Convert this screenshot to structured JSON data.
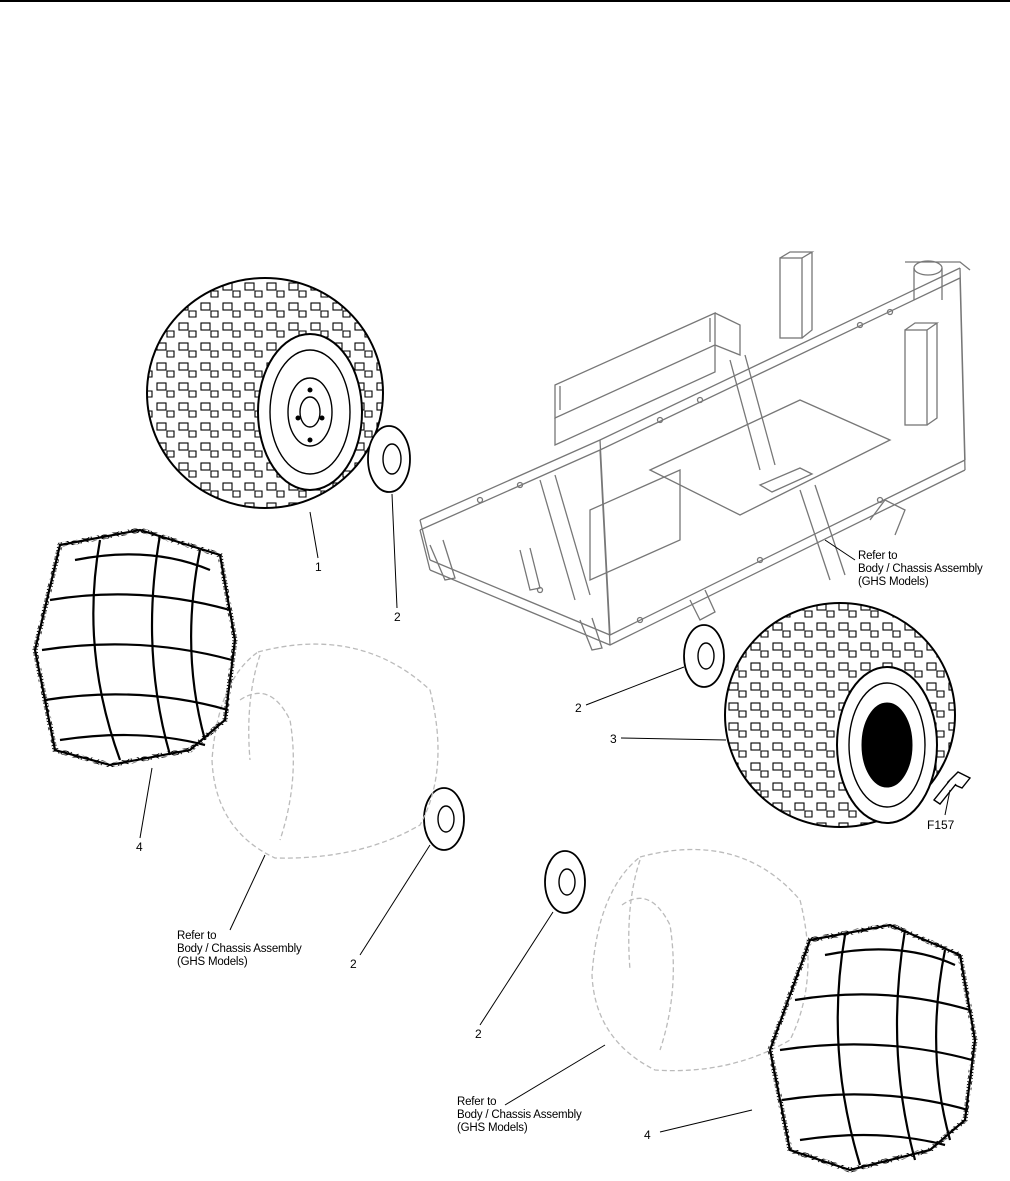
{
  "figure_id": "F157",
  "callouts": {
    "tire_front": "1",
    "hub_adapter_a": "2",
    "hub_adapter_b": "2",
    "hub_adapter_c": "2",
    "hub_adapter_d": "2",
    "tire_rear": "3",
    "chain_left": "4",
    "chain_right": "4"
  },
  "reference_note": {
    "line1": "Refer to",
    "line2": "Body / Chassis Assembly",
    "line3": "(GHS Models)"
  }
}
